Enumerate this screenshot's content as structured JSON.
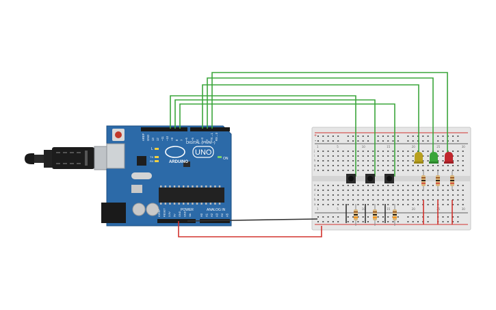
{
  "arduino": {
    "brand": "ARDUINO",
    "model": "UNO",
    "digital_label": "DIGITAL (PWM~)",
    "power_label": "POWER",
    "analog_label": "ANALOG IN",
    "on_label": "ON",
    "led_l": "L",
    "led_tx": "TX",
    "led_rx": "RX",
    "top_pins": [
      "AREF",
      "GND",
      "13",
      "12",
      "~11",
      "~10",
      "~9",
      "8",
      "7",
      "~6",
      "~5",
      "4",
      "~3",
      "2",
      "TX→1",
      "RX←0"
    ],
    "power_pins": [
      "IOREF",
      "RESET",
      "3.3V",
      "5V",
      "GND",
      "GND",
      "Vin"
    ],
    "analog_pins": [
      "A0",
      "A1",
      "A2",
      "A3",
      "A4",
      "A5"
    ],
    "board_color": "#2c6aa8"
  },
  "breadboard": {
    "rail_plus": "+",
    "rail_minus": "-",
    "col_numbers_top": [
      "1",
      "",
      "",
      "",
      "5",
      "",
      "",
      "",
      "",
      "10",
      "",
      "",
      "",
      "",
      "15",
      "",
      "",
      "",
      "",
      "20",
      "",
      "",
      "",
      "",
      "25",
      "",
      "",
      "",
      "",
      "30"
    ],
    "row_letters_top": [
      "j",
      "i",
      "h",
      "g",
      "f"
    ],
    "row_letters_bottom": [
      "e",
      "d",
      "c",
      "b",
      "a"
    ]
  },
  "components": {
    "leds": [
      {
        "name": "yellow-led",
        "color": "#b8a01e"
      },
      {
        "name": "green-led",
        "color": "#3aa53a"
      },
      {
        "name": "red-led",
        "color": "#c0262d"
      }
    ],
    "buttons": 3,
    "resistors": 6
  },
  "wires": {
    "signal_color": "#3aa53a",
    "ground_color": "#333333",
    "power_color": "#d2322d"
  }
}
